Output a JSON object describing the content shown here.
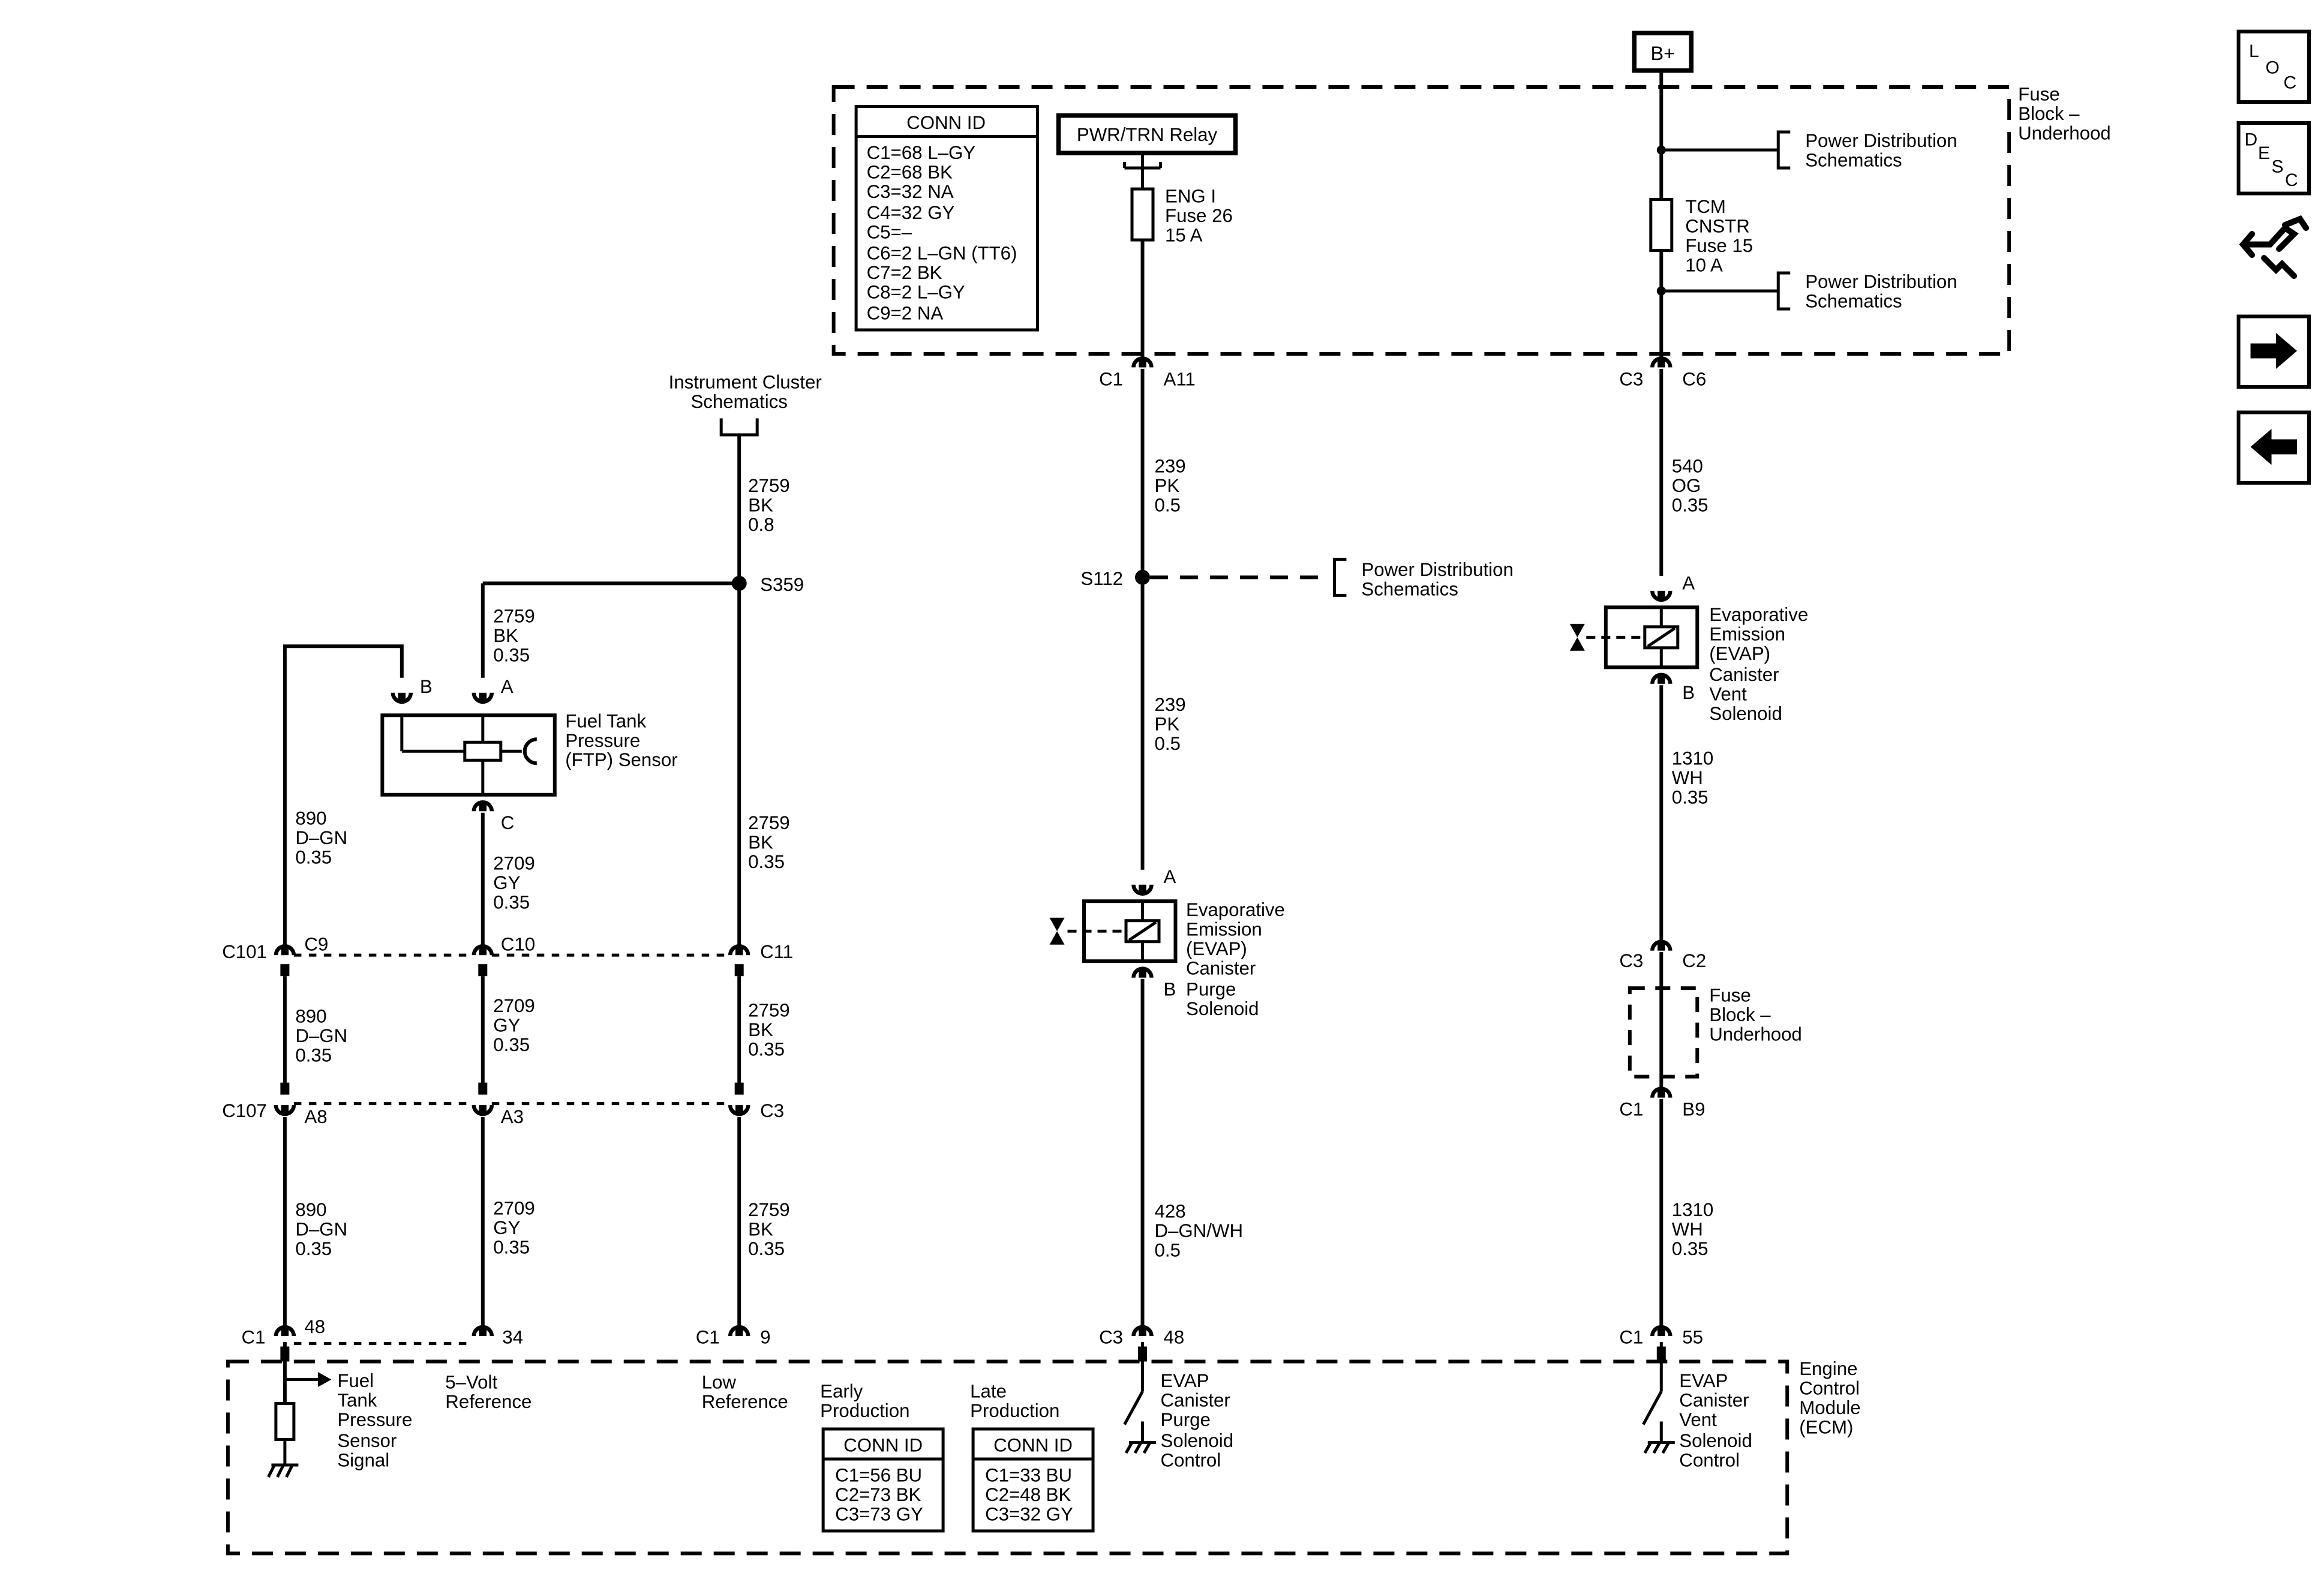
{
  "top_power": {
    "bplus": "B+",
    "relay": "PWR/TRN Relay"
  },
  "conn_id_box": {
    "title": "CONN ID",
    "rows": [
      "C1=68 L–GY",
      "C2=68 BK",
      "C3=32 NA",
      "C4=32 GY",
      "C5=–",
      "C6=2 L–GN (TT6)",
      "C7=2 BK",
      "C8=2 L–GY",
      "C9=2 NA"
    ]
  },
  "fuse_block": {
    "line1": "Fuse",
    "line2": "Block –",
    "line3": "Underhood"
  },
  "fuse26": [
    "ENG I",
    "Fuse 26",
    "15 A"
  ],
  "fuse15": [
    "TCM",
    "CNSTR",
    "Fuse 15",
    "10 A"
  ],
  "pds": {
    "line1": "Power Distribution",
    "line2": "Schematics"
  },
  "ic_schem": {
    "line1": "Instrument Cluster",
    "line2": "Schematics"
  },
  "wires": {
    "w2759_top": [
      "2759",
      "BK",
      "0.8"
    ],
    "w2759_a": [
      "2759",
      "BK",
      "0.35"
    ],
    "w2759_b": [
      "2759",
      "BK",
      "0.35"
    ],
    "w2759_c": [
      "2759",
      "BK",
      "0.35"
    ],
    "w2759_d": [
      "2759",
      "BK",
      "0.35"
    ],
    "w890_a": [
      "890",
      "D–GN",
      "0.35"
    ],
    "w890_b": [
      "890",
      "D–GN",
      "0.35"
    ],
    "w890_c": [
      "890",
      "D–GN",
      "0.35"
    ],
    "w2709_a": [
      "2709",
      "GY",
      "0.35"
    ],
    "w2709_b": [
      "2709",
      "GY",
      "0.35"
    ],
    "w2709_c": [
      "2709",
      "GY",
      "0.35"
    ],
    "w239_a": [
      "239",
      "PK",
      "0.5"
    ],
    "w239_b": [
      "239",
      "PK",
      "0.5"
    ],
    "w428": [
      "428",
      "D–GN/WH",
      "0.5"
    ],
    "w540": [
      "540",
      "OG",
      "0.35"
    ],
    "w1310_a": [
      "1310",
      "WH",
      "0.35"
    ],
    "w1310_b": [
      "1310",
      "WH",
      "0.35"
    ]
  },
  "splices": {
    "s359": "S359",
    "s112": "S112"
  },
  "ftp_sensor": {
    "lines": [
      "Fuel Tank",
      "Pressure",
      "(FTP) Sensor"
    ],
    "pin_a": "A",
    "pin_b": "B",
    "pin_c": "C"
  },
  "purge_solenoid": {
    "lines": [
      "Evaporative",
      "Emission",
      "(EVAP)",
      "Canister",
      "Purge",
      "Solenoid"
    ],
    "pin_a": "A",
    "pin_b": "B"
  },
  "vent_solenoid": {
    "lines": [
      "Evaporative",
      "Emission",
      "(EVAP)",
      "Canister",
      "Vent",
      "Solenoid"
    ],
    "pin_a": "A",
    "pin_b": "B"
  },
  "connectors": {
    "c1": "C1",
    "a11": "A11",
    "c3": "C3",
    "c6": "C6",
    "c101": "C101",
    "c9": "C9",
    "c10": "C10",
    "c11": "C11",
    "c107": "C107",
    "a8": "A8",
    "a3": "A3",
    "c3b": "C3",
    "c3_2": "C3",
    "c2": "C2",
    "c1_2": "C1",
    "b9": "B9",
    "ecm_c1a": "C1",
    "p48a": "48",
    "p34": "34",
    "ecm_c1b": "C1",
    "p9": "9",
    "ecm_c3": "C3",
    "p48b": "48",
    "ecm_c1c": "C1",
    "p55": "55"
  },
  "ecm": {
    "title": [
      "Engine",
      "Control",
      "Module",
      "(ECM)"
    ],
    "fuel_signal": [
      "Fuel",
      "Tank",
      "Pressure",
      "Sensor",
      "Signal"
    ],
    "ref5v": [
      "5–Volt",
      "Reference"
    ],
    "lowref": [
      "Low",
      "Reference"
    ],
    "purge_ctrl": [
      "EVAP",
      "Canister",
      "Purge",
      "Solenoid",
      "Control"
    ],
    "vent_ctrl": [
      "EVAP",
      "Canister",
      "Vent",
      "Solenoid",
      "Control"
    ],
    "early": {
      "heading": [
        "Early",
        "Production"
      ],
      "title": "CONN ID",
      "rows": [
        "C1=56 BU",
        "C2=73 BK",
        "C3=73 GY"
      ]
    },
    "late": {
      "heading": [
        "Late",
        "Production"
      ],
      "title": "CONN ID",
      "rows": [
        "C1=33 BU",
        "C2=48 BK",
        "C3=32 GY"
      ]
    }
  },
  "nav": {
    "loc": [
      "L",
      "O",
      "C"
    ],
    "desc": [
      "D",
      "E",
      "S",
      "C"
    ],
    "icons": [
      "loc-icon",
      "desc-icon",
      "harness-icon",
      "next-arrow-icon",
      "back-arrow-icon"
    ]
  }
}
